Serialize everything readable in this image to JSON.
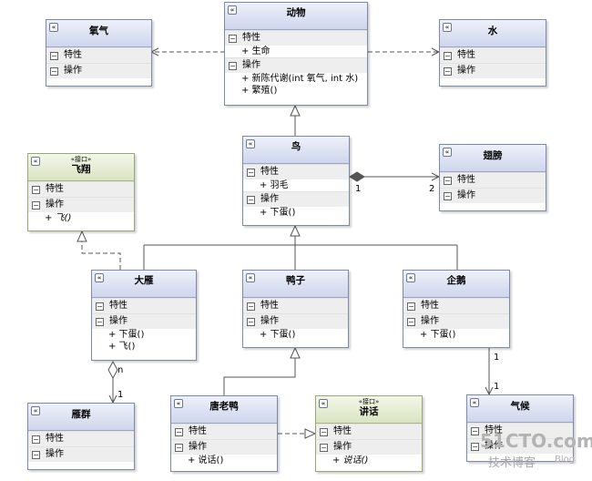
{
  "labels": {
    "attr": "特性",
    "ops": "操作",
    "collapse": "«",
    "toggle": "−"
  },
  "classes": {
    "oxygen": {
      "name": "氧气"
    },
    "animal": {
      "name": "动物",
      "attrs": [
        "+ 生命"
      ],
      "ops": [
        "+ 新陈代谢(int 氧气, int 水)",
        "+ 繁殖()"
      ]
    },
    "water": {
      "name": "水"
    },
    "fly": {
      "stereotype": "«接口»",
      "name": "飞翔",
      "ops": [
        "+ 飞()"
      ]
    },
    "bird": {
      "name": "鸟",
      "attrs": [
        "+ 羽毛"
      ],
      "ops": [
        "+ 下蛋()"
      ]
    },
    "wing": {
      "name": "翅膀"
    },
    "goose": {
      "name": "大雁",
      "ops": [
        "+ 下蛋()",
        "+ 飞()"
      ]
    },
    "duck": {
      "name": "鸭子",
      "ops": [
        "+ 下蛋()"
      ]
    },
    "penguin": {
      "name": "企鹅",
      "ops": [
        "+ 下蛋()"
      ]
    },
    "flock": {
      "name": "雁群"
    },
    "donald": {
      "name": "唐老鸭",
      "ops": [
        "+ 说话()"
      ]
    },
    "speak": {
      "stereotype": "«接口»",
      "name": "讲话",
      "ops": [
        "+ 说话()"
      ]
    },
    "climate": {
      "name": "气候"
    }
  },
  "multiplicities": {
    "bird_wing_src": "1",
    "bird_wing_dst": "2",
    "goose_flock_src": "n",
    "goose_flock_dst": "1",
    "penguin_climate_src": "1",
    "penguin_climate_dst": "1"
  },
  "watermark": {
    "site": "51CTO.com",
    "sub": "技术博客",
    "blog": "Blog"
  }
}
